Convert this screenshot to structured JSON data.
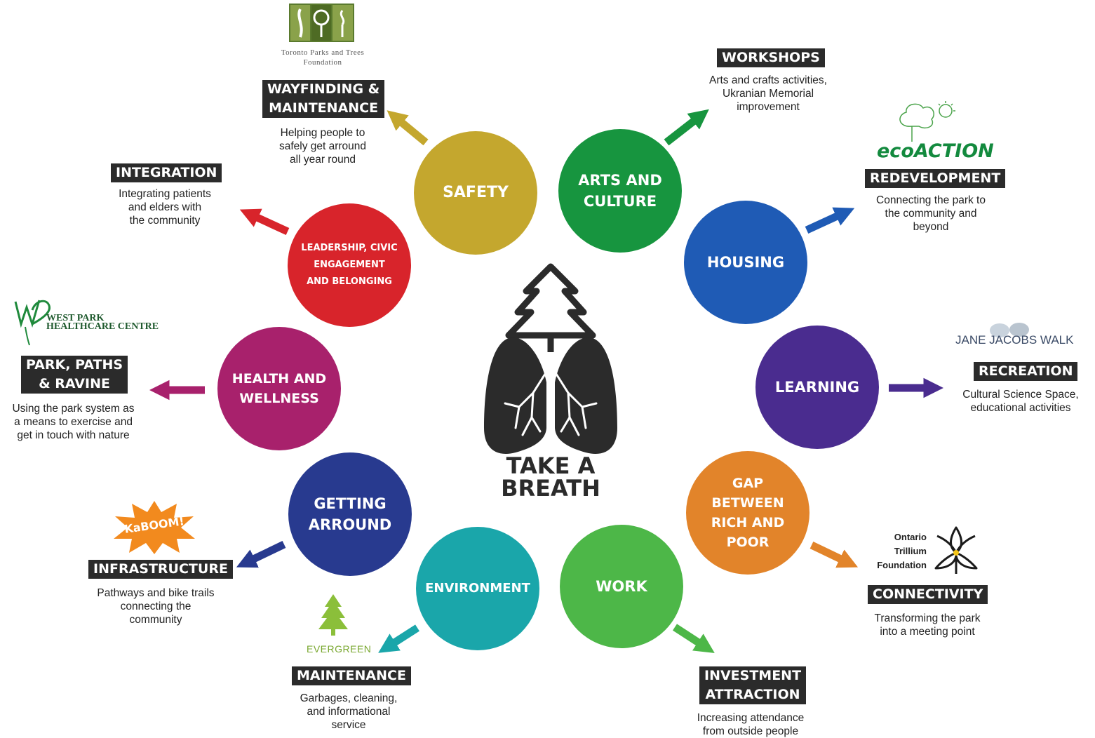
{
  "center": {
    "title": "TAKE A\nBREATH",
    "icon": "lungs-tree-icon"
  },
  "circles": {
    "safety": {
      "label": "SAFETY",
      "color": "#c4a72e"
    },
    "arts": {
      "label": "ARTS AND\nCULTURE",
      "color": "#17953f"
    },
    "housing": {
      "label": "HOUSING",
      "color": "#1f5bb5"
    },
    "learning": {
      "label": "LEARNING",
      "color": "#4a2c8f"
    },
    "gap": {
      "label": "GAP\nBETWEEN\nRICH AND\nPOOR",
      "color": "#e2842a"
    },
    "work": {
      "label": "WORK",
      "color": "#4db748"
    },
    "environment": {
      "label": "ENVIRONMENT",
      "color": "#1aa6aa"
    },
    "getting": {
      "label": "GETTING\nARROUND",
      "color": "#283a8f"
    },
    "health": {
      "label": "HEALTH AND\nWELLNESS",
      "color": "#a8216c"
    },
    "leadership": {
      "label": "LEADERSHIP, CIVIC\nENGAGEMENT\nAND BELONGING",
      "color": "#d8242b"
    }
  },
  "outcomes": {
    "wayfinding": {
      "tag": "WAYFINDING &\nMAINTENANCE",
      "desc": "Helping people to\nsafely get arround\nall year round"
    },
    "workshops": {
      "tag": "WORKSHOPS",
      "desc": "Arts and crafts activities,\nUkranian Memorial\nimprovement"
    },
    "redevelopment": {
      "tag": "REDEVELOPMENT",
      "desc": "Connecting the park to\nthe community and\nbeyond"
    },
    "recreation": {
      "tag": "RECREATION",
      "desc": "Cultural Science Space,\neducational activities"
    },
    "connectivity": {
      "tag": "CONNECTIVITY",
      "desc": "Transforming the park\ninto a meeting point"
    },
    "investment": {
      "tag": "INVESTMENT\nATTRACTION",
      "desc": "Increasing attendance\nfrom outside people"
    },
    "maintenance": {
      "tag": "MAINTENANCE",
      "desc": "Garbages, cleaning,\nand informational\nservice"
    },
    "infrastructure": {
      "tag": "INFRASTRUCTURE",
      "desc": "Pathways and bike trails\nconnecting the\ncommunity"
    },
    "park": {
      "tag": "PARK, PATHS\n& RAVINE",
      "desc": "Using the park system as\na means to exercise and\nget in touch with nature"
    },
    "integration": {
      "tag": "INTEGRATION",
      "desc": "Integrating patients\nand elders with\nthe community"
    }
  },
  "logos": {
    "tpt": "Toronto Parks and Trees\nFoundation",
    "ecoaction": "ecoACTION",
    "janejacobs": "JANE JACOBS WALK",
    "trillium": "Ontario\nTrillium\nFoundation",
    "evergreen": "EVERGREEN",
    "kaboom": "KaBOOM!",
    "westpark": "WEST PARK\nHEALTHCARE CENTRE"
  }
}
